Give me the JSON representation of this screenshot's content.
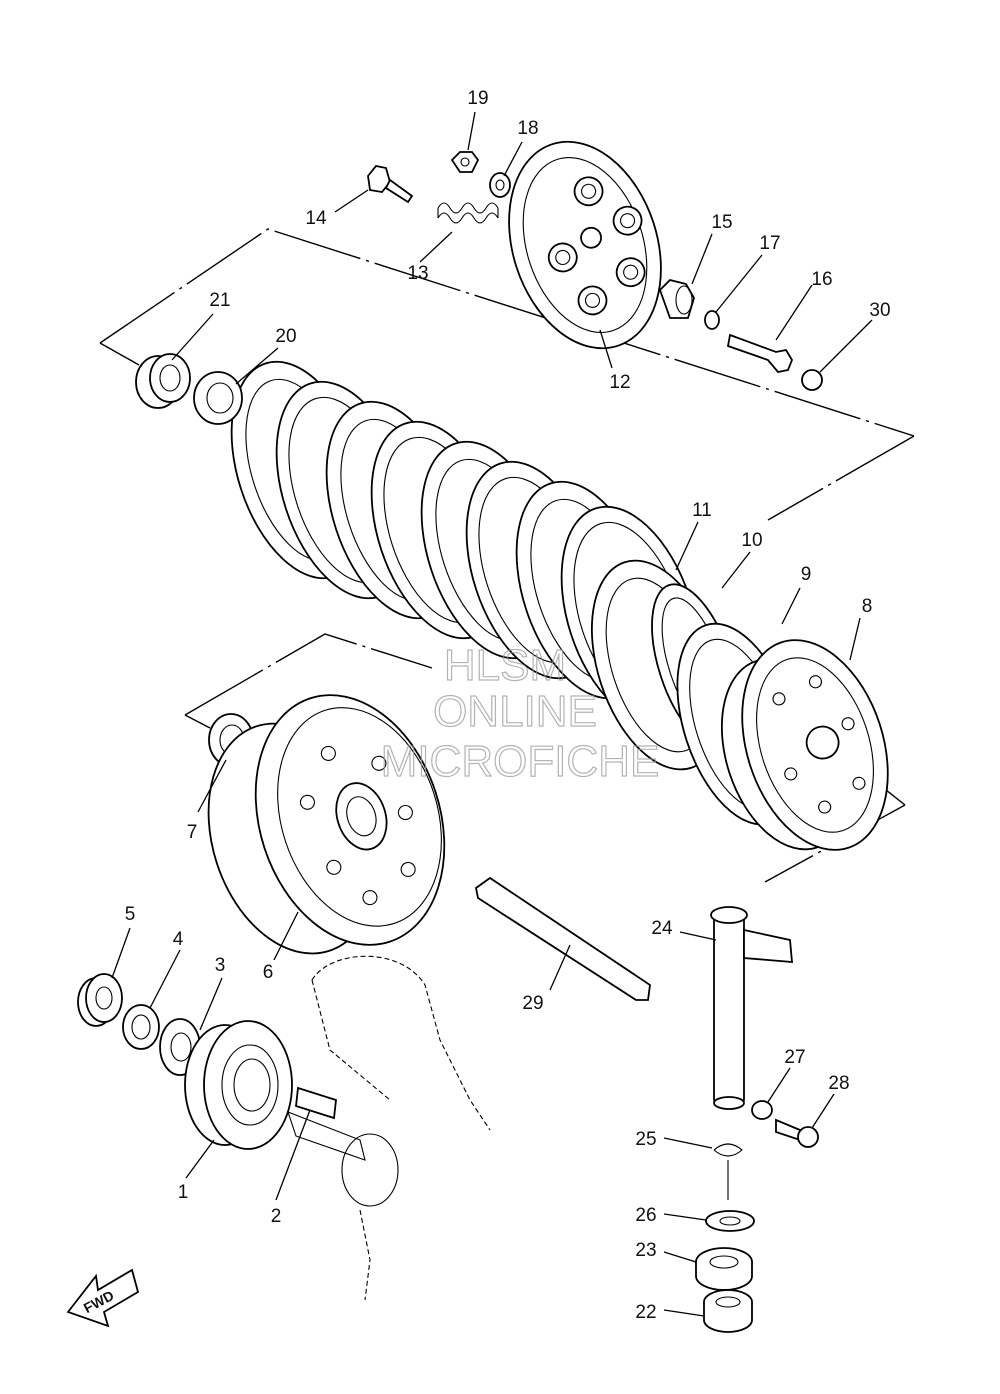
{
  "callouts": [
    {
      "id": "1",
      "label": "1"
    },
    {
      "id": "2",
      "label": "2"
    },
    {
      "id": "3",
      "label": "3"
    },
    {
      "id": "4",
      "label": "4"
    },
    {
      "id": "5",
      "label": "5"
    },
    {
      "id": "6",
      "label": "6"
    },
    {
      "id": "7",
      "label": "7"
    },
    {
      "id": "8",
      "label": "8"
    },
    {
      "id": "9",
      "label": "9"
    },
    {
      "id": "10",
      "label": "10"
    },
    {
      "id": "11",
      "label": "11"
    },
    {
      "id": "12",
      "label": "12"
    },
    {
      "id": "13",
      "label": "13"
    },
    {
      "id": "14",
      "label": "14"
    },
    {
      "id": "15",
      "label": "15"
    },
    {
      "id": "16",
      "label": "16"
    },
    {
      "id": "17",
      "label": "17"
    },
    {
      "id": "18",
      "label": "18"
    },
    {
      "id": "19",
      "label": "19"
    },
    {
      "id": "20",
      "label": "20"
    },
    {
      "id": "21",
      "label": "21"
    },
    {
      "id": "22",
      "label": "22"
    },
    {
      "id": "23",
      "label": "23"
    },
    {
      "id": "24",
      "label": "24"
    },
    {
      "id": "25",
      "label": "25"
    },
    {
      "id": "26",
      "label": "26"
    },
    {
      "id": "27",
      "label": "27"
    },
    {
      "id": "28",
      "label": "28"
    },
    {
      "id": "29",
      "label": "29"
    },
    {
      "id": "30",
      "label": "30"
    }
  ],
  "watermark": {
    "line1": "HLSM",
    "line2": "ONLINE",
    "line3": "MICROFICHE"
  },
  "direction_marker": {
    "label": "FWD"
  }
}
